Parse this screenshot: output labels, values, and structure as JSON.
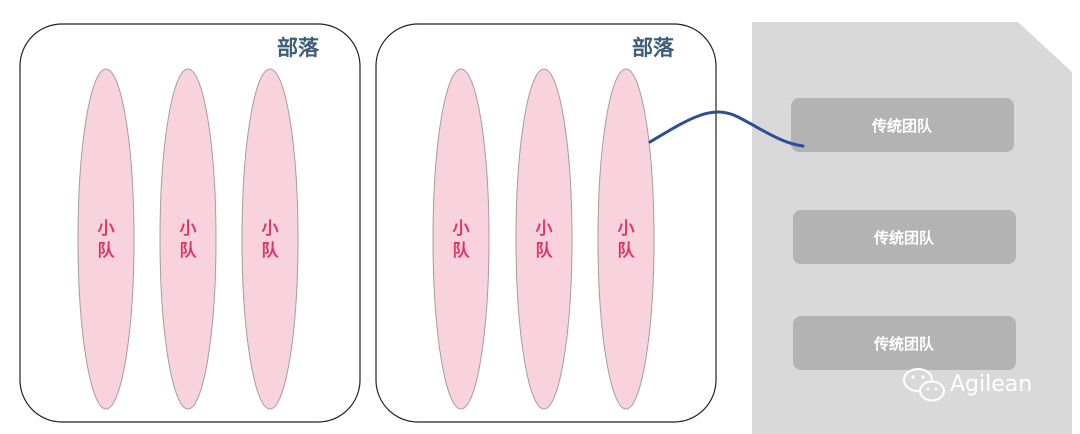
{
  "tribes": [
    {
      "label": "部落",
      "squads": [
        {
          "label": "小队"
        },
        {
          "label": "小队"
        },
        {
          "label": "小队"
        }
      ]
    },
    {
      "label": "部落",
      "squads": [
        {
          "label": "小队"
        },
        {
          "label": "小队"
        },
        {
          "label": "小队"
        }
      ]
    }
  ],
  "traditional_teams": [
    {
      "label": "传统团队"
    },
    {
      "label": "传统团队"
    },
    {
      "label": "传统团队"
    }
  ],
  "watermark": {
    "text": "Agilean",
    "icon": "wechat-icon"
  },
  "colors": {
    "squad_fill": "#f8d3de",
    "squad_text": "#e0366a",
    "tribe_text": "#3e5e76",
    "connector": "#2c4e96",
    "traditional_box": "#b3b3b3",
    "document_bg": "#d9d9d9"
  }
}
